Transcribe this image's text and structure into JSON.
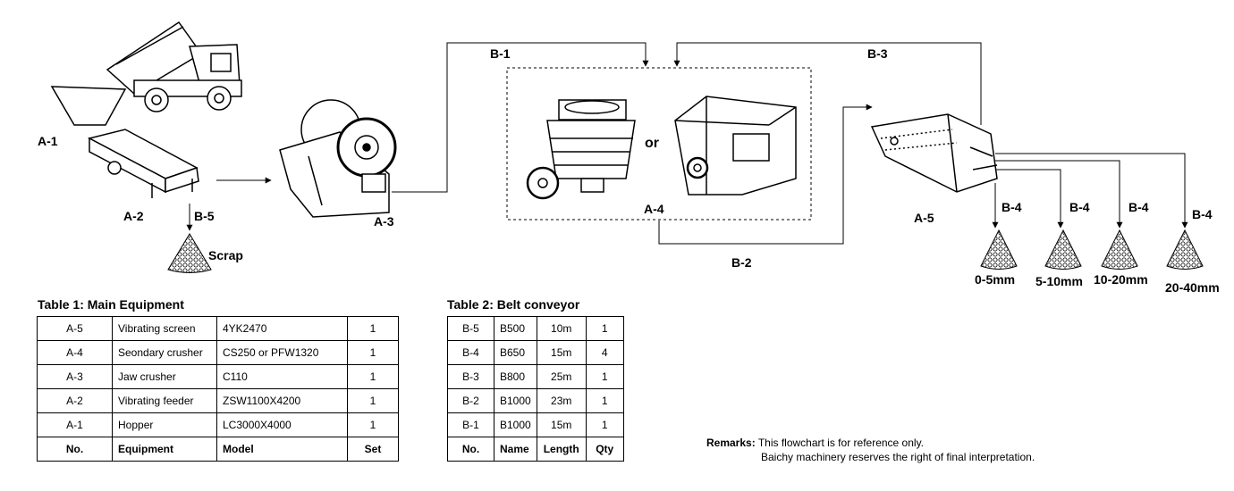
{
  "labels": {
    "a1": "A-1",
    "a2": "A-2",
    "a3": "A-3",
    "a4": "A-4",
    "a5": "A-5",
    "b1": "B-1",
    "b2": "B-2",
    "b3": "B-3",
    "b4": "B-4",
    "b5": "B-5",
    "or": "or",
    "scrap": "Scrap",
    "out1": "0-5mm",
    "out2": "5-10mm",
    "out3": "10-20mm",
    "out4": "20-40mm"
  },
  "table1": {
    "title": "Table 1: Main Equipment",
    "rows": [
      [
        "A-5",
        "Vibrating screen",
        "4YK2470",
        "1"
      ],
      [
        "A-4",
        "Seondary crusher",
        "CS250 or PFW1320",
        "1"
      ],
      [
        "A-3",
        "Jaw crusher",
        "C110",
        "1"
      ],
      [
        "A-2",
        "Vibrating feeder",
        "ZSW1100X4200",
        "1"
      ],
      [
        "A-1",
        "Hopper",
        "LC3000X4000",
        "1"
      ]
    ],
    "header": [
      "No.",
      "Equipment",
      "Model",
      "Set"
    ]
  },
  "table2": {
    "title": "Table 2: Belt conveyor",
    "rows": [
      [
        "B-5",
        "B500",
        "10m",
        "1"
      ],
      [
        "B-4",
        "B650",
        "15m",
        "4"
      ],
      [
        "B-3",
        "B800",
        "25m",
        "1"
      ],
      [
        "B-2",
        "B1000",
        "23m",
        "1"
      ],
      [
        "B-1",
        "B1000",
        "15m",
        "1"
      ]
    ],
    "header": [
      "No.",
      "Name",
      "Length",
      "Qty"
    ]
  },
  "remarks": {
    "label": "Remarks:",
    "line1": "This flowchart is for reference only.",
    "line2": "Baichy machinery reserves the right of final interpretation."
  }
}
